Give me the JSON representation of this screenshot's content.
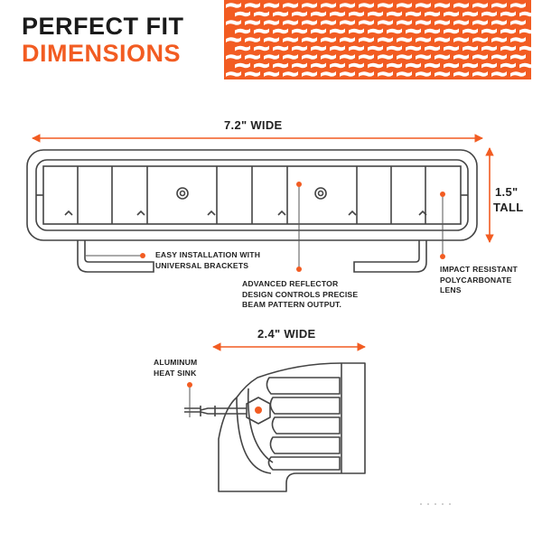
{
  "heading": {
    "line1": "PERFECT FIT",
    "line2": "DIMENSIONS"
  },
  "colors": {
    "accent": "#f25c22",
    "outline": "#444444",
    "text": "#222222"
  },
  "top_view": {
    "width_label": "7.2\" WIDE",
    "height_label_1": "1.5\"",
    "height_label_2": "TALL"
  },
  "callouts": {
    "brackets": [
      "EASY INSTALLATION WITH",
      "UNIVERSAL BRACKETS"
    ],
    "reflector": [
      "ADVANCED REFLECTOR",
      "DESIGN CONTROLS PRECISE",
      "BEAM PATTERN OUTPUT."
    ],
    "lens": [
      "IMPACT RESISTANT",
      "POLYCARBONATE",
      "LENS"
    ],
    "heatsink": [
      "ALUMINUM",
      "HEAT SINK"
    ]
  },
  "side_view": {
    "width_label": "2.4\" WIDE"
  }
}
